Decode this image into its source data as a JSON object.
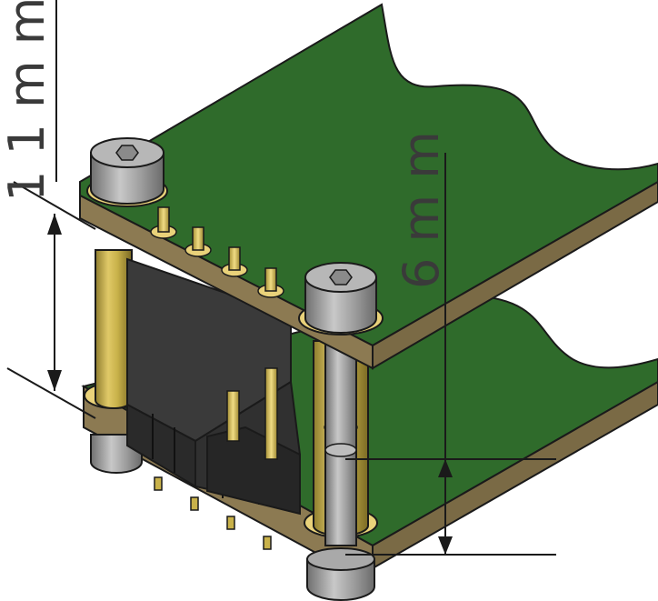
{
  "dimensions": {
    "stack_height": {
      "value": 11,
      "unit": "mm",
      "label": "1 1 m m"
    },
    "screw_length": {
      "value": 6,
      "unit": "mm",
      "label": "6 m m"
    }
  },
  "colors": {
    "pcb_green": "#2f6b2b",
    "pcb_green_dark": "#245522",
    "fr4_edge": "#8c7a52",
    "fr4_edge_dark": "#6f603f",
    "copper_pad": "#e9d27a",
    "gold_pin": "#d8be5a",
    "standoff_gold": "#c9b24a",
    "screw_grey": "#9a9a9a",
    "connector_black": "#2e2e2e",
    "outline": "#1a1a1a"
  },
  "components": [
    {
      "name": "top-pcb"
    },
    {
      "name": "bottom-pcb"
    },
    {
      "name": "socket-screw-head-front"
    },
    {
      "name": "socket-screw-head-back"
    },
    {
      "name": "brass-standoff"
    },
    {
      "name": "pin-header"
    },
    {
      "name": "female-header-connector"
    }
  ]
}
